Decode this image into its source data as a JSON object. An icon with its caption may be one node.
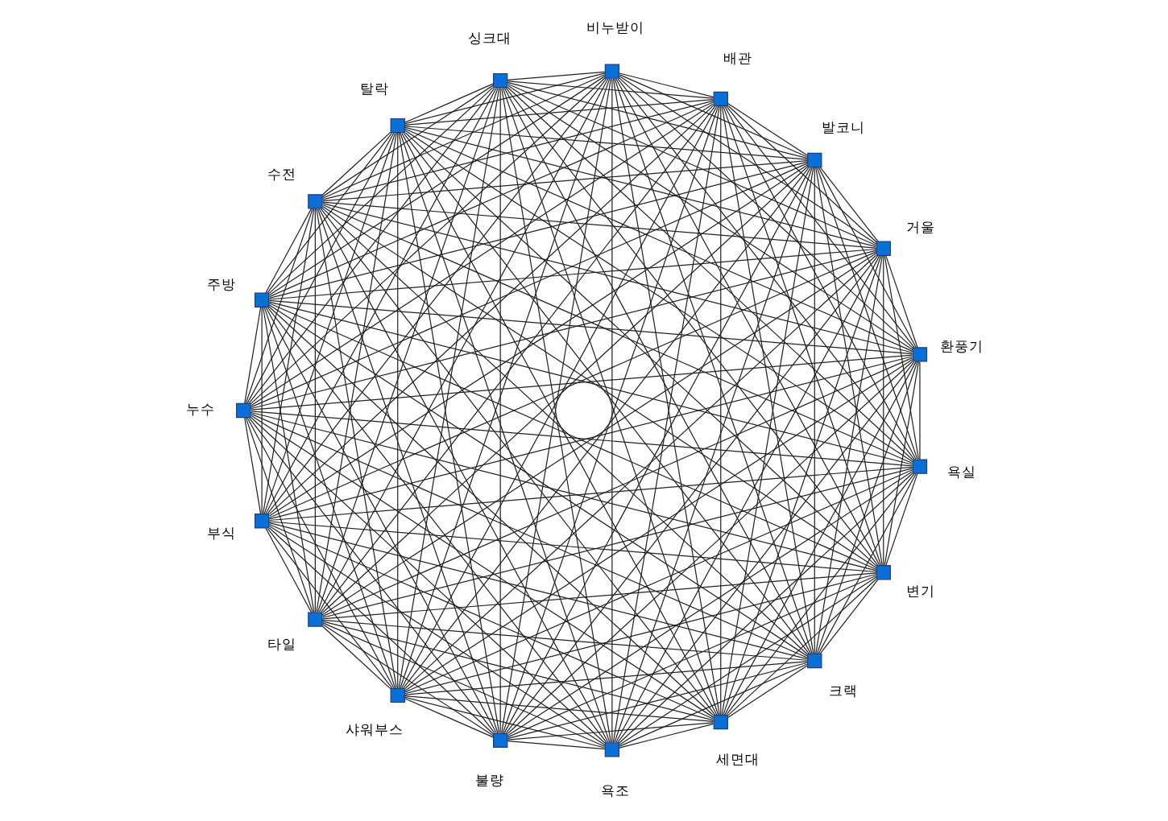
{
  "diagram": {
    "nodes": [
      {
        "text": [],
        "shape": "box",
        "beside": [
          "환풍기"
        ]
      },
      {
        "text": [],
        "shape": "box",
        "beside": [
          "거울"
        ]
      },
      {
        "text": [],
        "shape": "box",
        "beside": [
          "발코니"
        ]
      },
      {
        "text": [],
        "shape": "box",
        "beside": [
          "배관"
        ]
      },
      {
        "text": [],
        "shape": "box",
        "beside": [
          "비누받이"
        ]
      },
      {
        "text": [],
        "shape": "box",
        "beside": [
          "싱크대"
        ]
      },
      {
        "text": [],
        "shape": "box",
        "beside": [
          "탈락"
        ]
      },
      {
        "text": [],
        "shape": "box",
        "beside": [
          "수전"
        ]
      },
      {
        "text": [],
        "shape": "box",
        "beside": [
          "주방"
        ]
      },
      {
        "text": [],
        "shape": "box",
        "beside": [
          "누수"
        ]
      },
      {
        "text": [],
        "shape": "box",
        "beside": [
          "부식"
        ]
      },
      {
        "text": [],
        "shape": "box",
        "beside": [
          "타일"
        ]
      },
      {
        "text": [],
        "shape": "box",
        "beside": [
          "샤워부스"
        ]
      },
      {
        "text": [],
        "shape": "box",
        "beside": [
          "불량"
        ]
      },
      {
        "text": [],
        "shape": "box",
        "beside": [
          "욕조"
        ]
      },
      {
        "text": [],
        "shape": "box",
        "beside": [
          "세면대"
        ]
      },
      {
        "text": [],
        "shape": "box",
        "beside": [
          "크랙"
        ]
      },
      {
        "text": [],
        "shape": "box",
        "beside": [
          "변기"
        ]
      },
      {
        "text": [],
        "shape": "box",
        "beside": [
          "욕실"
        ]
      }
    ],
    "edges": [
      {
        "from": 0,
        "to": 1,
        "arrow": "none"
      },
      {
        "from": 0,
        "to": 2,
        "arrow": "none"
      },
      {
        "from": 0,
        "to": 3,
        "arrow": "none"
      },
      {
        "from": 0,
        "to": 4,
        "arrow": "none"
      },
      {
        "from": 0,
        "to": 5,
        "arrow": "none"
      },
      {
        "from": 0,
        "to": 6,
        "arrow": "none"
      },
      {
        "from": 0,
        "to": 7,
        "arrow": "none"
      },
      {
        "from": 0,
        "to": 8,
        "arrow": "none"
      },
      {
        "from": 0,
        "to": 9,
        "arrow": "none"
      },
      {
        "from": 0,
        "to": 10,
        "arrow": "none"
      },
      {
        "from": 0,
        "to": 11,
        "arrow": "none"
      },
      {
        "from": 0,
        "to": 12,
        "arrow": "none"
      },
      {
        "from": 0,
        "to": 13,
        "arrow": "none"
      },
      {
        "from": 0,
        "to": 14,
        "arrow": "none"
      },
      {
        "from": 0,
        "to": 15,
        "arrow": "none"
      },
      {
        "from": 0,
        "to": 16,
        "arrow": "none"
      },
      {
        "from": 0,
        "to": 17,
        "arrow": "none"
      },
      {
        "from": 0,
        "to": 18,
        "arrow": "none"
      },
      {
        "from": 1,
        "to": 2,
        "arrow": "none"
      },
      {
        "from": 1,
        "to": 3,
        "arrow": "none"
      },
      {
        "from": 1,
        "to": 4,
        "arrow": "none"
      },
      {
        "from": 1,
        "to": 5,
        "arrow": "none"
      },
      {
        "from": 1,
        "to": 6,
        "arrow": "none"
      },
      {
        "from": 1,
        "to": 7,
        "arrow": "none"
      },
      {
        "from": 1,
        "to": 8,
        "arrow": "none"
      },
      {
        "from": 1,
        "to": 9,
        "arrow": "none"
      },
      {
        "from": 1,
        "to": 10,
        "arrow": "none"
      },
      {
        "from": 1,
        "to": 11,
        "arrow": "none"
      },
      {
        "from": 1,
        "to": 12,
        "arrow": "none"
      },
      {
        "from": 1,
        "to": 13,
        "arrow": "none"
      },
      {
        "from": 1,
        "to": 14,
        "arrow": "none"
      },
      {
        "from": 1,
        "to": 15,
        "arrow": "none"
      },
      {
        "from": 1,
        "to": 16,
        "arrow": "none"
      },
      {
        "from": 1,
        "to": 17,
        "arrow": "none"
      },
      {
        "from": 1,
        "to": 18,
        "arrow": "none"
      },
      {
        "from": 2,
        "to": 3,
        "arrow": "none"
      },
      {
        "from": 2,
        "to": 4,
        "arrow": "none"
      },
      {
        "from": 2,
        "to": 5,
        "arrow": "none"
      },
      {
        "from": 2,
        "to": 6,
        "arrow": "none"
      },
      {
        "from": 2,
        "to": 7,
        "arrow": "none"
      },
      {
        "from": 2,
        "to": 8,
        "arrow": "none"
      },
      {
        "from": 2,
        "to": 9,
        "arrow": "none"
      },
      {
        "from": 2,
        "to": 10,
        "arrow": "none"
      },
      {
        "from": 2,
        "to": 11,
        "arrow": "none"
      },
      {
        "from": 2,
        "to": 12,
        "arrow": "none"
      },
      {
        "from": 2,
        "to": 13,
        "arrow": "none"
      },
      {
        "from": 2,
        "to": 14,
        "arrow": "none"
      },
      {
        "from": 2,
        "to": 15,
        "arrow": "none"
      },
      {
        "from": 2,
        "to": 16,
        "arrow": "none"
      },
      {
        "from": 2,
        "to": 17,
        "arrow": "none"
      },
      {
        "from": 2,
        "to": 18,
        "arrow": "none"
      },
      {
        "from": 3,
        "to": 4,
        "arrow": "none"
      },
      {
        "from": 3,
        "to": 5,
        "arrow": "none"
      },
      {
        "from": 3,
        "to": 6,
        "arrow": "none"
      },
      {
        "from": 3,
        "to": 7,
        "arrow": "none"
      },
      {
        "from": 3,
        "to": 8,
        "arrow": "none"
      },
      {
        "from": 3,
        "to": 9,
        "arrow": "none"
      },
      {
        "from": 3,
        "to": 10,
        "arrow": "none"
      },
      {
        "from": 3,
        "to": 11,
        "arrow": "none"
      },
      {
        "from": 3,
        "to": 12,
        "arrow": "none"
      },
      {
        "from": 3,
        "to": 13,
        "arrow": "none"
      },
      {
        "from": 3,
        "to": 14,
        "arrow": "none"
      },
      {
        "from": 3,
        "to": 15,
        "arrow": "none"
      },
      {
        "from": 3,
        "to": 16,
        "arrow": "none"
      },
      {
        "from": 3,
        "to": 17,
        "arrow": "none"
      },
      {
        "from": 3,
        "to": 18,
        "arrow": "none"
      },
      {
        "from": 4,
        "to": 5,
        "arrow": "none"
      },
      {
        "from": 4,
        "to": 6,
        "arrow": "none"
      },
      {
        "from": 4,
        "to": 7,
        "arrow": "none"
      },
      {
        "from": 4,
        "to": 8,
        "arrow": "none"
      },
      {
        "from": 4,
        "to": 9,
        "arrow": "none"
      },
      {
        "from": 4,
        "to": 10,
        "arrow": "none"
      },
      {
        "from": 4,
        "to": 11,
        "arrow": "none"
      },
      {
        "from": 4,
        "to": 12,
        "arrow": "none"
      },
      {
        "from": 4,
        "to": 13,
        "arrow": "none"
      },
      {
        "from": 4,
        "to": 14,
        "arrow": "none"
      },
      {
        "from": 4,
        "to": 15,
        "arrow": "none"
      },
      {
        "from": 4,
        "to": 16,
        "arrow": "none"
      },
      {
        "from": 4,
        "to": 17,
        "arrow": "none"
      },
      {
        "from": 4,
        "to": 18,
        "arrow": "none"
      },
      {
        "from": 5,
        "to": 6,
        "arrow": "none"
      },
      {
        "from": 5,
        "to": 7,
        "arrow": "none"
      },
      {
        "from": 5,
        "to": 8,
        "arrow": "none"
      },
      {
        "from": 5,
        "to": 9,
        "arrow": "none"
      },
      {
        "from": 5,
        "to": 10,
        "arrow": "none"
      },
      {
        "from": 5,
        "to": 11,
        "arrow": "none"
      },
      {
        "from": 5,
        "to": 12,
        "arrow": "none"
      },
      {
        "from": 5,
        "to": 13,
        "arrow": "none"
      },
      {
        "from": 5,
        "to": 14,
        "arrow": "none"
      },
      {
        "from": 5,
        "to": 15,
        "arrow": "none"
      },
      {
        "from": 5,
        "to": 16,
        "arrow": "none"
      },
      {
        "from": 5,
        "to": 17,
        "arrow": "none"
      },
      {
        "from": 5,
        "to": 18,
        "arrow": "none"
      },
      {
        "from": 6,
        "to": 7,
        "arrow": "none"
      },
      {
        "from": 6,
        "to": 8,
        "arrow": "none"
      },
      {
        "from": 6,
        "to": 9,
        "arrow": "none"
      },
      {
        "from": 6,
        "to": 10,
        "arrow": "none"
      },
      {
        "from": 6,
        "to": 11,
        "arrow": "none"
      },
      {
        "from": 6,
        "to": 12,
        "arrow": "none"
      },
      {
        "from": 6,
        "to": 13,
        "arrow": "none"
      },
      {
        "from": 6,
        "to": 14,
        "arrow": "none"
      },
      {
        "from": 6,
        "to": 15,
        "arrow": "none"
      },
      {
        "from": 6,
        "to": 16,
        "arrow": "none"
      },
      {
        "from": 6,
        "to": 17,
        "arrow": "none"
      },
      {
        "from": 6,
        "to": 18,
        "arrow": "none"
      },
      {
        "from": 7,
        "to": 8,
        "arrow": "none"
      },
      {
        "from": 7,
        "to": 9,
        "arrow": "none"
      },
      {
        "from": 7,
        "to": 10,
        "arrow": "none"
      },
      {
        "from": 7,
        "to": 11,
        "arrow": "none"
      },
      {
        "from": 7,
        "to": 12,
        "arrow": "none"
      },
      {
        "from": 7,
        "to": 13,
        "arrow": "none"
      },
      {
        "from": 7,
        "to": 14,
        "arrow": "none"
      },
      {
        "from": 7,
        "to": 15,
        "arrow": "none"
      },
      {
        "from": 7,
        "to": 16,
        "arrow": "none"
      },
      {
        "from": 7,
        "to": 17,
        "arrow": "none"
      },
      {
        "from": 7,
        "to": 18,
        "arrow": "none"
      },
      {
        "from": 8,
        "to": 9,
        "arrow": "none"
      },
      {
        "from": 8,
        "to": 10,
        "arrow": "none"
      },
      {
        "from": 8,
        "to": 11,
        "arrow": "none"
      },
      {
        "from": 8,
        "to": 12,
        "arrow": "none"
      },
      {
        "from": 8,
        "to": 13,
        "arrow": "none"
      },
      {
        "from": 8,
        "to": 14,
        "arrow": "none"
      },
      {
        "from": 8,
        "to": 15,
        "arrow": "none"
      },
      {
        "from": 8,
        "to": 16,
        "arrow": "none"
      },
      {
        "from": 8,
        "to": 17,
        "arrow": "none"
      },
      {
        "from": 8,
        "to": 18,
        "arrow": "none"
      },
      {
        "from": 9,
        "to": 10,
        "arrow": "none"
      },
      {
        "from": 9,
        "to": 11,
        "arrow": "none"
      },
      {
        "from": 9,
        "to": 12,
        "arrow": "none"
      },
      {
        "from": 9,
        "to": 13,
        "arrow": "none"
      },
      {
        "from": 9,
        "to": 14,
        "arrow": "none"
      },
      {
        "from": 9,
        "to": 15,
        "arrow": "none"
      },
      {
        "from": 9,
        "to": 16,
        "arrow": "none"
      },
      {
        "from": 9,
        "to": 17,
        "arrow": "none"
      },
      {
        "from": 9,
        "to": 18,
        "arrow": "none"
      },
      {
        "from": 10,
        "to": 11,
        "arrow": "none"
      },
      {
        "from": 10,
        "to": 12,
        "arrow": "none"
      },
      {
        "from": 10,
        "to": 13,
        "arrow": "none"
      },
      {
        "from": 10,
        "to": 14,
        "arrow": "none"
      },
      {
        "from": 10,
        "to": 15,
        "arrow": "none"
      },
      {
        "from": 10,
        "to": 16,
        "arrow": "none"
      },
      {
        "from": 10,
        "to": 17,
        "arrow": "none"
      },
      {
        "from": 10,
        "to": 18,
        "arrow": "none"
      },
      {
        "from": 11,
        "to": 12,
        "arrow": "none"
      },
      {
        "from": 11,
        "to": 13,
        "arrow": "none"
      },
      {
        "from": 11,
        "to": 14,
        "arrow": "none"
      },
      {
        "from": 11,
        "to": 15,
        "arrow": "none"
      },
      {
        "from": 11,
        "to": 16,
        "arrow": "none"
      },
      {
        "from": 11,
        "to": 17,
        "arrow": "none"
      },
      {
        "from": 11,
        "to": 18,
        "arrow": "none"
      },
      {
        "from": 12,
        "to": 13,
        "arrow": "none"
      },
      {
        "from": 12,
        "to": 14,
        "arrow": "none"
      },
      {
        "from": 12,
        "to": 15,
        "arrow": "none"
      },
      {
        "from": 12,
        "to": 16,
        "arrow": "none"
      },
      {
        "from": 12,
        "to": 17,
        "arrow": "none"
      },
      {
        "from": 12,
        "to": 18,
        "arrow": "none"
      },
      {
        "from": 13,
        "to": 14,
        "arrow": "none"
      },
      {
        "from": 13,
        "to": 15,
        "arrow": "none"
      },
      {
        "from": 13,
        "to": 16,
        "arrow": "none"
      },
      {
        "from": 13,
        "to": 17,
        "arrow": "none"
      },
      {
        "from": 13,
        "to": 18,
        "arrow": "none"
      },
      {
        "from": 14,
        "to": 15,
        "arrow": "none"
      },
      {
        "from": 14,
        "to": 16,
        "arrow": "none"
      },
      {
        "from": 14,
        "to": 17,
        "arrow": "none"
      },
      {
        "from": 14,
        "to": 18,
        "arrow": "none"
      },
      {
        "from": 15,
        "to": 16,
        "arrow": "none"
      },
      {
        "from": 15,
        "to": 17,
        "arrow": "none"
      },
      {
        "from": 15,
        "to": 18,
        "arrow": "none"
      },
      {
        "from": 16,
        "to": 17,
        "arrow": "none"
      },
      {
        "from": 16,
        "to": 18,
        "arrow": "none"
      },
      {
        "from": 17,
        "to": 18,
        "arrow": "none"
      }
    ]
  }
}
